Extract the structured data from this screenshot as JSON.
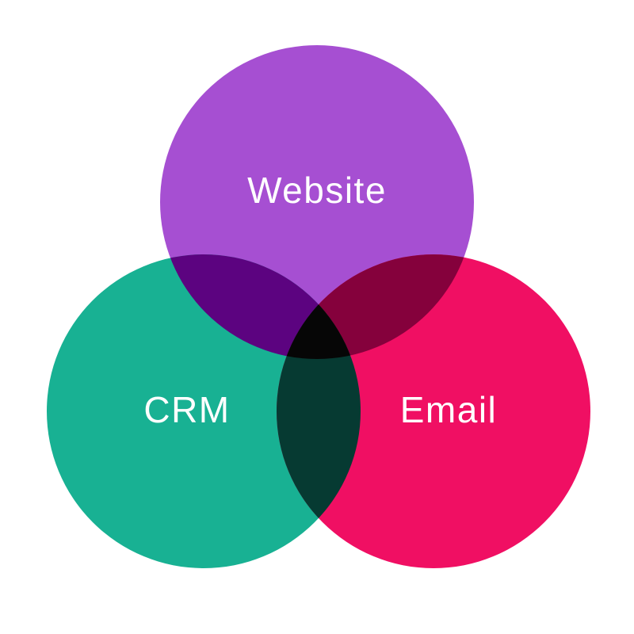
{
  "diagram": {
    "type": "venn",
    "background_color": "#FFFFFF",
    "label_text_color": "#FFFFFF",
    "circles": [
      {
        "id": "website",
        "label": "Website",
        "color": "#A64FD2"
      },
      {
        "id": "crm",
        "label": "CRM",
        "color": "#18B193"
      },
      {
        "id": "email",
        "label": "Email",
        "color": "#F00F63"
      }
    ],
    "overlaps": {
      "website_crm": "#5C0380",
      "website_email": "#85013C",
      "crm_email": "#063A32",
      "center": "#060606"
    }
  }
}
